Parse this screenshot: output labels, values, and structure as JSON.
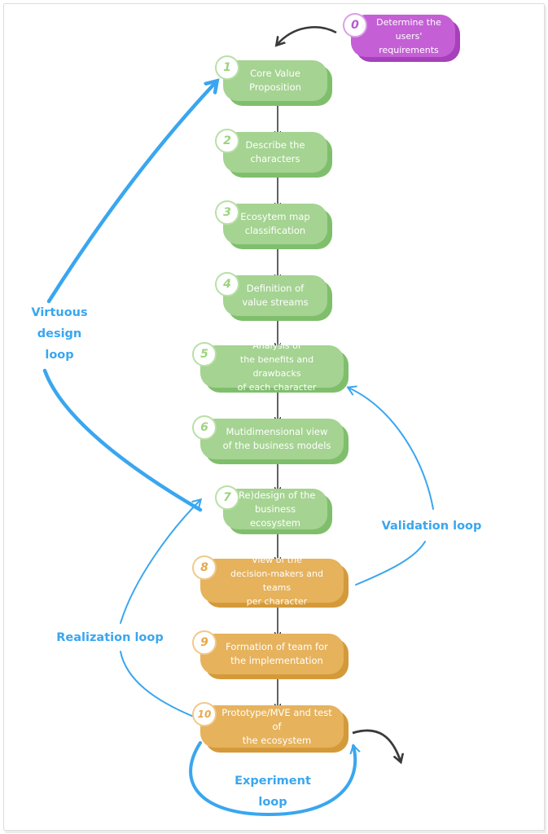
{
  "steps": [
    {
      "num": "0",
      "text": "Determine the\nusers' requirements"
    },
    {
      "num": "1",
      "text": "Core Value\nProposition"
    },
    {
      "num": "2",
      "text": "Describe the\ncharacters"
    },
    {
      "num": "3",
      "text": "Ecosytem map\nclassification"
    },
    {
      "num": "4",
      "text": "Definition of\nvalue streams"
    },
    {
      "num": "5",
      "text": "Analysis  of\nthe benefits and drawbacks\nof each character"
    },
    {
      "num": "6",
      "text": "Mutidimensional view\nof the business models"
    },
    {
      "num": "7",
      "text": "(Re)design of the\nbusiness ecosystem"
    },
    {
      "num": "8",
      "text": "View of the\ndecision-makers and teams\nper character"
    },
    {
      "num": "9",
      "text": "Formation of team for\nthe implementation"
    },
    {
      "num": "10",
      "text": "Prototype/MVE and test of\nthe ecosystem"
    }
  ],
  "loops": {
    "virtuous": "Virtuous\ndesign\nloop",
    "validation": "Validation loop",
    "realization": "Realization loop",
    "experiment": "Experiment\nloop"
  },
  "colors": {
    "green": "#a5d392",
    "orange": "#e6b25c",
    "purple": "#c45fd6",
    "loop_blue": "#3aa6ef",
    "connector": "#3a3a3a"
  }
}
